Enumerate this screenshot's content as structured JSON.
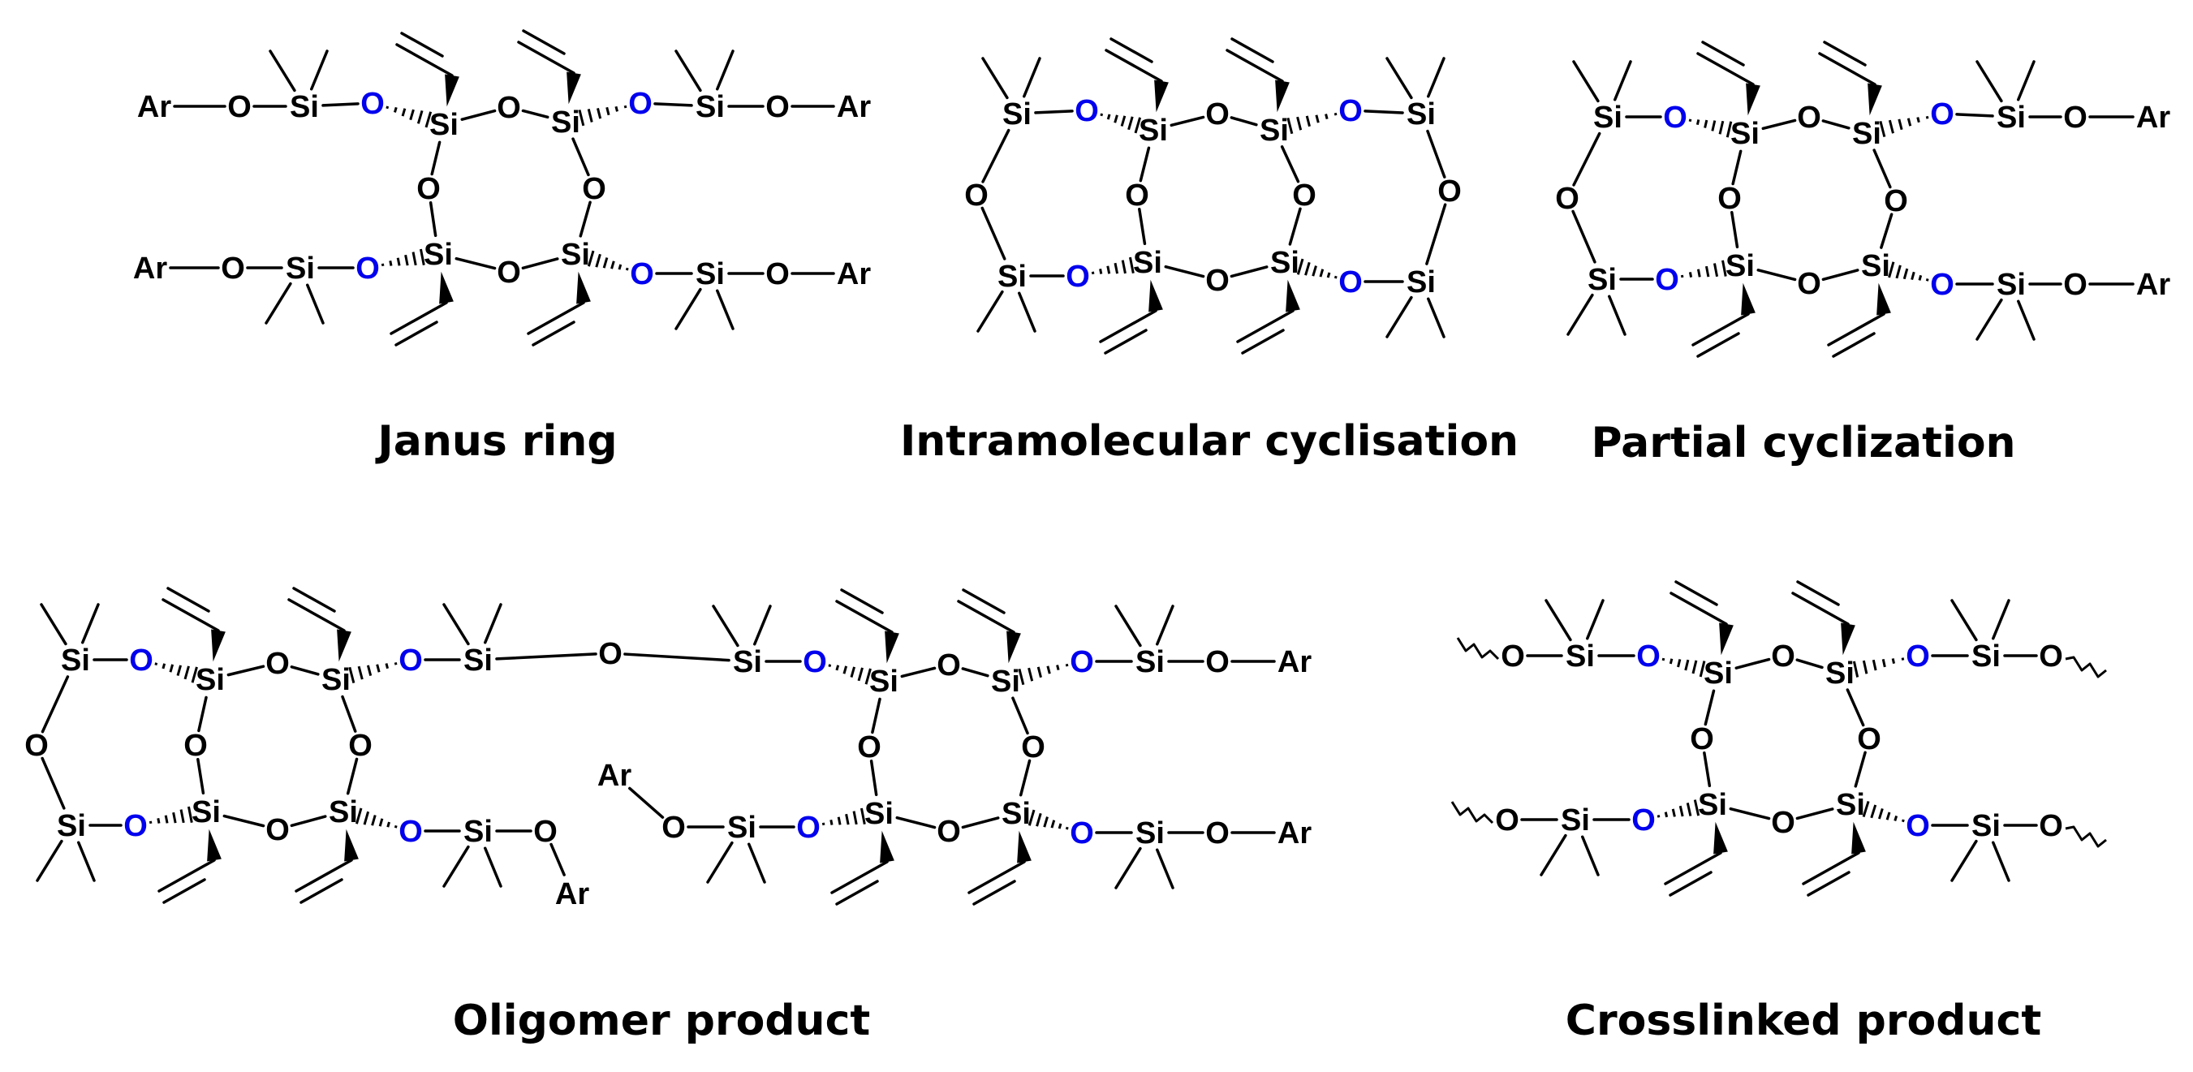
{
  "labels": {
    "si": "Si",
    "o": "O",
    "ar": "Ar"
  },
  "colors": {
    "bond": "#000000",
    "atom": "#000000",
    "highlight_oxygen": "#0000ee"
  },
  "panels": [
    {
      "id": "janus-ring",
      "caption": "Janus ring",
      "end_groups": "Ar"
    },
    {
      "id": "intramolecular-cyclisation",
      "caption": "Intramolecular cyclisation",
      "end_groups": "ring"
    },
    {
      "id": "partial-cyclization",
      "caption": "Partial cyclization",
      "end_groups": "ring + Ar"
    },
    {
      "id": "oligomer-product",
      "caption": "Oligomer product",
      "end_groups": "chain"
    },
    {
      "id": "crosslinked-product",
      "caption": "Crosslinked product",
      "end_groups": "wavy"
    }
  ]
}
